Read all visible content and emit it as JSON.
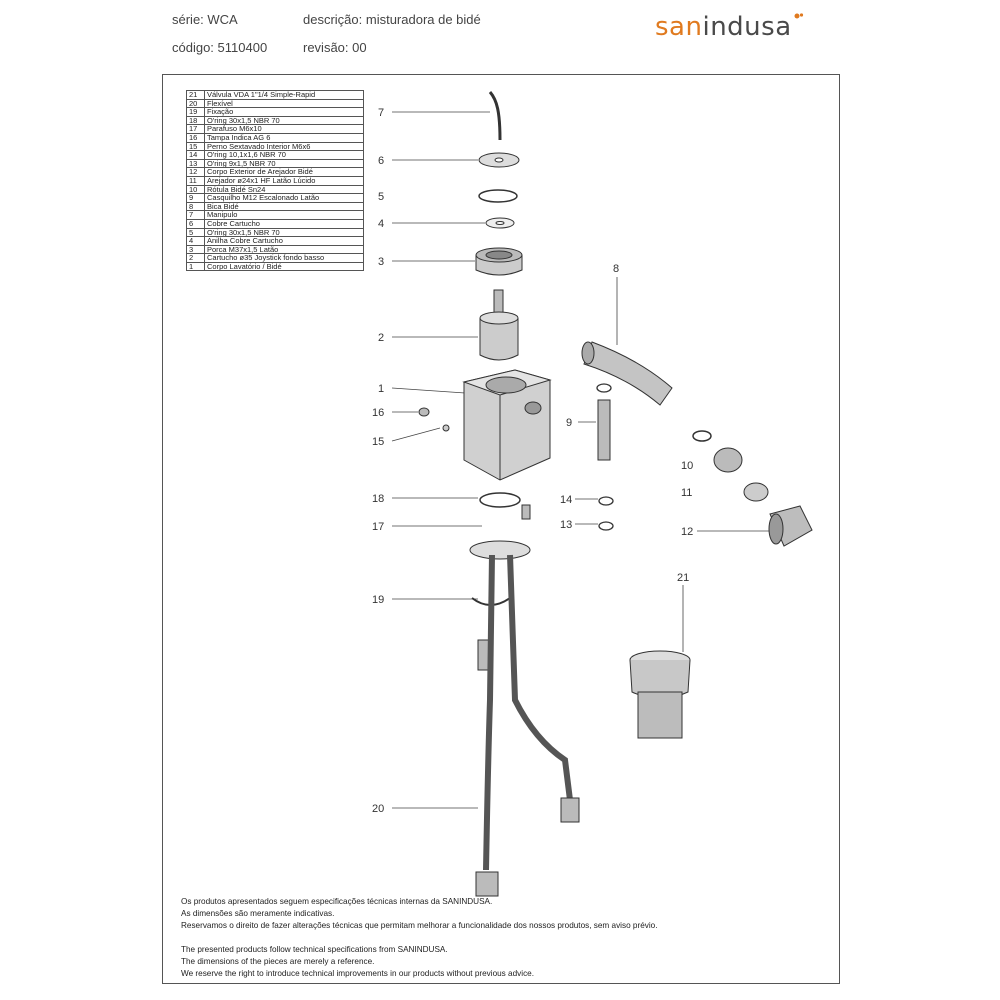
{
  "header": {
    "serie": "série: WCA",
    "descricao": "descrição: misturadora de bidé",
    "codigo": "código: 5110400",
    "revisao": "revisão: 00"
  },
  "brand": {
    "part1": "san",
    "part2": "indusa",
    "accent": "#e07a1f",
    "gray": "#4a4a4a"
  },
  "parts_list": [
    {
      "n": "21",
      "desc": "Válvula VDA 1\"1/4 Simple-Rapid"
    },
    {
      "n": "20",
      "desc": "Flexível"
    },
    {
      "n": "19",
      "desc": "Fixação"
    },
    {
      "n": "18",
      "desc": "O'ring 30x1,5 NBR 70"
    },
    {
      "n": "17",
      "desc": "Parafuso M6x10"
    },
    {
      "n": "16",
      "desc": "Tampa Indica AG 6"
    },
    {
      "n": "15",
      "desc": "Perno Sextavado Interior M6x6"
    },
    {
      "n": "14",
      "desc": "O'ring 10,1x1,6 NBR 70"
    },
    {
      "n": "13",
      "desc": "O'ring 9x1,5 NBR 70"
    },
    {
      "n": "12",
      "desc": "Corpo Exterior de Arejador Bidé"
    },
    {
      "n": "11",
      "desc": "Arejador ø24x1 HF Latão Lúcido"
    },
    {
      "n": "10",
      "desc": "Rótula Bidé Sn24"
    },
    {
      "n": "9",
      "desc": "Casquilho M12 Escalonado Latão"
    },
    {
      "n": "8",
      "desc": "Bica Bidé"
    },
    {
      "n": "7",
      "desc": "Manipulo"
    },
    {
      "n": "6",
      "desc": "Cobre Cartucho"
    },
    {
      "n": "5",
      "desc": "O'ring 30x1,5 NBR 70"
    },
    {
      "n": "4",
      "desc": "Anilha Cobre Cartucho"
    },
    {
      "n": "3",
      "desc": "Porca M37x1,5 Latão"
    },
    {
      "n": "2",
      "desc": "Cartucho ø35 Joystick fondo basso"
    },
    {
      "n": "1",
      "desc": "Corpo Lavatório / Bidé"
    }
  ],
  "callouts": {
    "c7": "7",
    "c6": "6",
    "c5": "5",
    "c4": "4",
    "c3": "3",
    "c2": "2",
    "c1": "1",
    "c16": "16",
    "c15": "15",
    "c9": "9",
    "c8": "8",
    "c10": "10",
    "c11": "11",
    "c12": "12",
    "c14": "14",
    "c13": "13",
    "c18": "18",
    "c17": "17",
    "c19": "19",
    "c20": "20",
    "c21": "21"
  },
  "notes": {
    "pt1": "Os produtos apresentados seguem especificações técnicas internas da SANINDUSA.",
    "pt2": "As dimensões são meramente indicativas.",
    "pt3": "Reservamos o direito de fazer alterações técnicas que permitam melhorar a funcionalidade dos nossos produtos, sem aviso prévio.",
    "en1": "The presented products follow technical specifications from SANINDUSA.",
    "en2": "The dimensions of the pieces are merely a reference.",
    "en3": "We reserve the right to introduce technical improvements in our products without previous advice."
  }
}
